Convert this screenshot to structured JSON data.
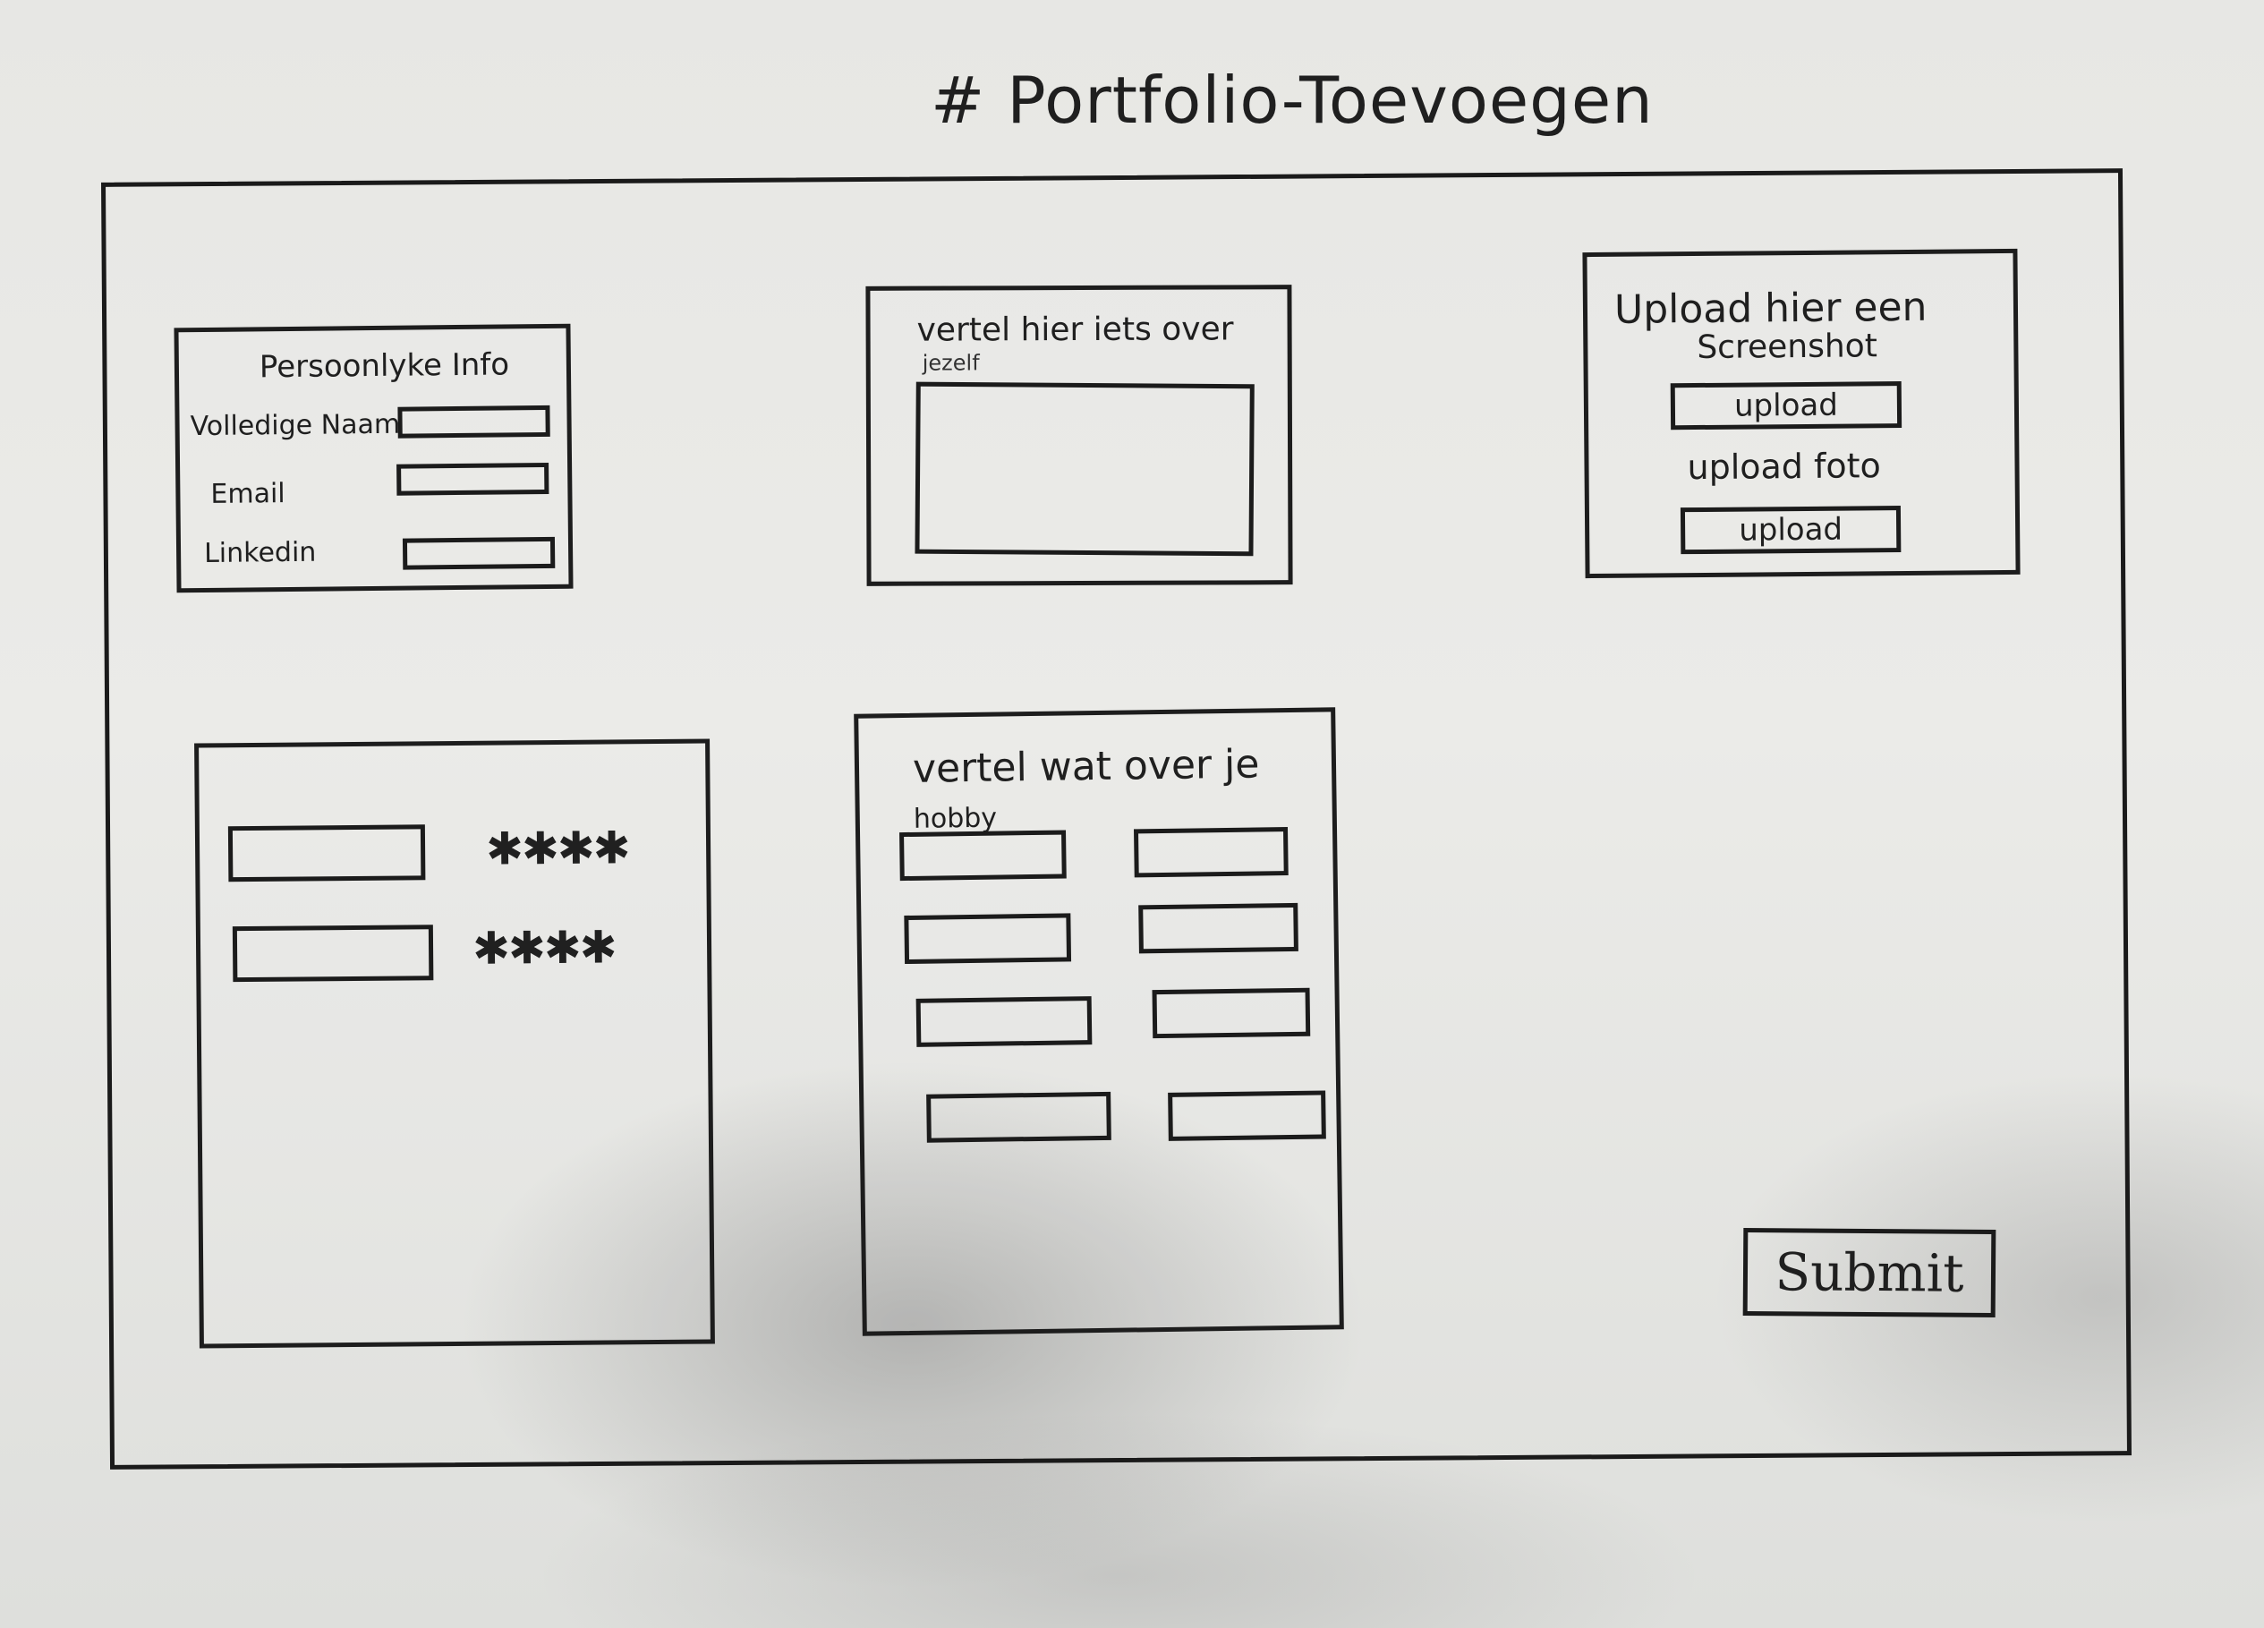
{
  "page": {
    "title": "# Portfolio-Toevoegen"
  },
  "panels": {
    "personal_info": {
      "title": "Persoonlyke Info",
      "fields": [
        {
          "label": "Volledige Naam"
        },
        {
          "label": "Email"
        },
        {
          "label": "Linkedin"
        }
      ]
    },
    "about": {
      "title": "vertel hier iets over",
      "subtitle": "jezelf"
    },
    "upload": {
      "title_line1": "Upload hier een",
      "title_line2": "Screenshot",
      "button1": "upload",
      "label2": "upload foto",
      "button2": "upload"
    },
    "skills": {
      "rows": [
        {
          "stars": "✱✱✱✱"
        },
        {
          "stars": "✱✱✱✱"
        }
      ]
    },
    "hobby": {
      "title_main": "vertel wat over je",
      "title_small": "hobby"
    }
  },
  "actions": {
    "submit": "Submit"
  }
}
